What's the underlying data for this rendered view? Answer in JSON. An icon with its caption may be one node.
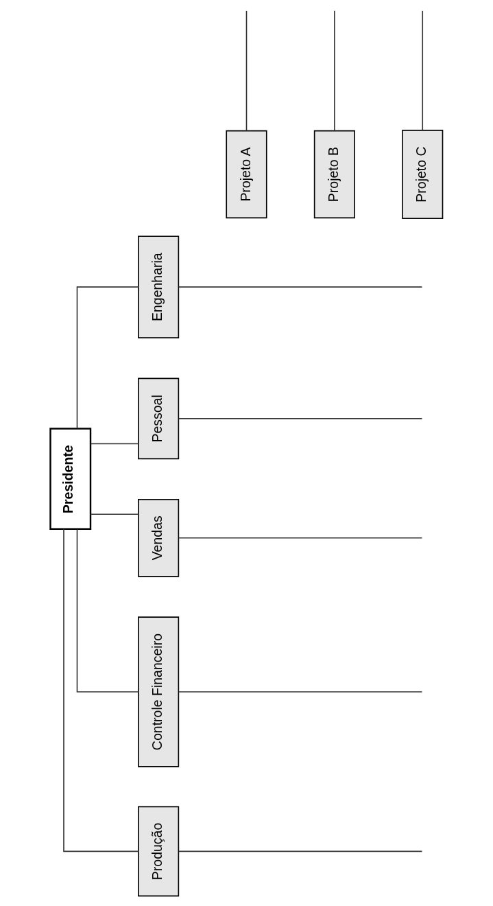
{
  "diagram": {
    "nodes": [
      {
        "text": [
          "Presidente"
        ]
      },
      {
        "text": [
          "Produção"
        ]
      },
      {
        "text": [
          "Controle Financeiro"
        ]
      },
      {
        "text": [
          "Vendas"
        ]
      },
      {
        "text": [
          "Pessoal"
        ]
      },
      {
        "text": [
          "Engenharia"
        ]
      },
      {
        "text": [
          "Projeto A"
        ]
      },
      {
        "text": [
          "Projeto B"
        ]
      },
      {
        "text": [
          "Projeto C"
        ]
      }
    ],
    "edges": [
      {
        "from": 0,
        "to": 1,
        "arrow": "none"
      },
      {
        "from": 0,
        "to": 2,
        "arrow": "none"
      },
      {
        "from": 0,
        "to": 3,
        "arrow": "none"
      },
      {
        "from": 0,
        "to": 4,
        "arrow": "none"
      },
      {
        "from": 0,
        "to": 5,
        "arrow": "none"
      },
      {
        "from": 1,
        "to": null,
        "arrow": "none"
      },
      {
        "from": 2,
        "to": null,
        "arrow": "none"
      },
      {
        "from": 3,
        "to": null,
        "arrow": "none"
      },
      {
        "from": 4,
        "to": null,
        "arrow": "none"
      },
      {
        "from": 5,
        "to": null,
        "arrow": "none"
      },
      {
        "from": 6,
        "to": null,
        "arrow": "none"
      },
      {
        "from": 7,
        "to": null,
        "arrow": "none"
      },
      {
        "from": 8,
        "to": null,
        "arrow": "none"
      }
    ]
  }
}
